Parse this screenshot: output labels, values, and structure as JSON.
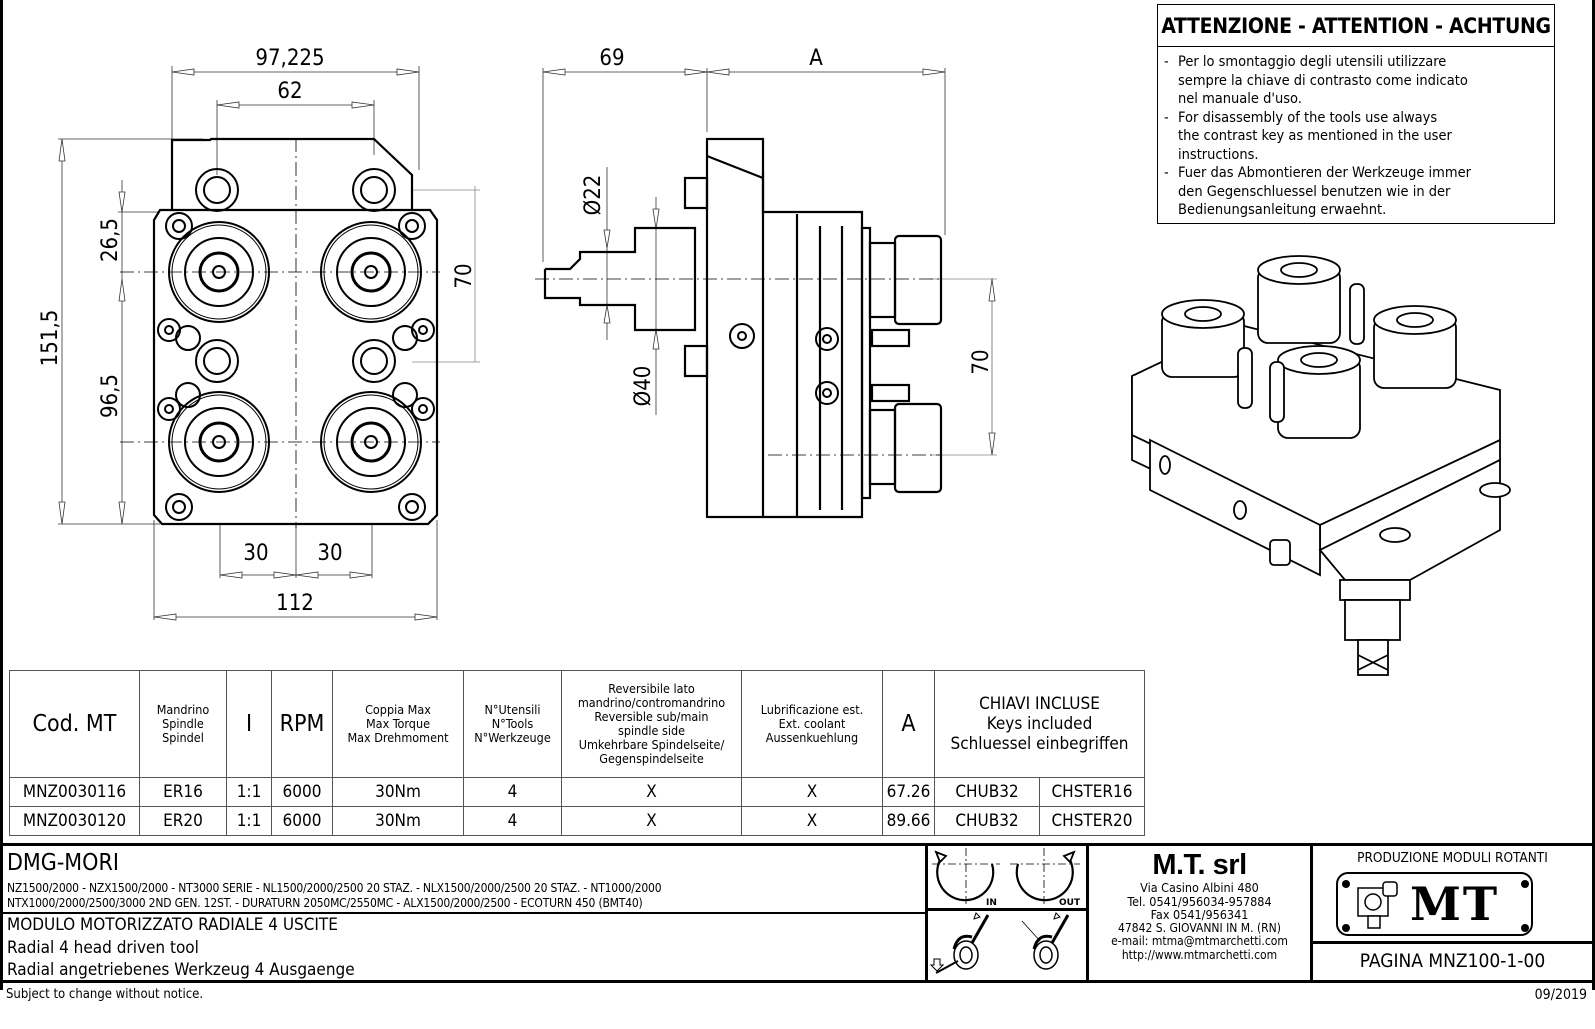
{
  "drawing": {
    "front_view": {
      "dims": {
        "overall_top_width": "97,225",
        "bolt_spacing": "62",
        "upper_offset": "26,5",
        "total_height": "151,5",
        "lower_height": "96,5",
        "vertical_spacing": "70",
        "left_spacing": "30",
        "right_spacing": "30",
        "overall_width": "112"
      }
    },
    "side_view": {
      "dims": {
        "shank_length": "69",
        "tool_length": "A",
        "shank_diameter": "Ø22",
        "body_diameter": "Ø40",
        "output_spacing": "70"
      }
    }
  },
  "warning": {
    "title": "ATTENZIONE - ATTENTION - ACHTUNG",
    "items": [
      {
        "dash": "-",
        "lines": [
          "Per lo smontaggio degli utensili utilizzare",
          "sempre la chiave di contrasto come indicato",
          "nel manuale d'uso."
        ]
      },
      {
        "dash": "-",
        "lines": [
          "For disassembly of the tools use always",
          "the contrast key as mentioned in the user",
          "instructions."
        ]
      },
      {
        "dash": "-",
        "lines": [
          "Fuer das Abmontieren der Werkzeuge immer",
          "den Gegenschluessel benutzen wie in der",
          "Bedienungsanleitung erwaehnt."
        ]
      }
    ]
  },
  "table": {
    "headers": {
      "code": "Cod. MT",
      "spindle": [
        "Mandrino",
        "Spindle",
        "Spindel"
      ],
      "ratio": "I",
      "rpm": "RPM",
      "torque": [
        "Coppia Max",
        "Max Torque",
        "Max Drehmoment"
      ],
      "tools": [
        "N°Utensili",
        "N°Tools",
        "N°Werkzeuge"
      ],
      "reversible": [
        "Reversibile lato",
        "mandrino/contromandrino",
        "Reversible sub/main",
        "spindle side",
        "Umkehrbare Spindelseite/",
        "Gegenspindelseite"
      ],
      "coolant": [
        "Lubrificazione est.",
        "Ext. coolant",
        "Aussenkuehlung"
      ],
      "a": "A",
      "keys": [
        "CHIAVI  INCLUSE",
        "Keys  included",
        "Schluessel  einbegriffen"
      ]
    },
    "rows": [
      {
        "code": "MNZ0030116",
        "spindle": "ER16",
        "ratio": "1:1",
        "rpm": "6000",
        "torque": "30Nm",
        "tools": "4",
        "reversible": "X",
        "coolant": "X",
        "a": "67.26",
        "key1": "CHUB32",
        "key2": "CHSTER16"
      },
      {
        "code": "MNZ0030120",
        "spindle": "ER20",
        "ratio": "1:1",
        "rpm": "6000",
        "torque": "30Nm",
        "tools": "4",
        "reversible": "X",
        "coolant": "X",
        "a": "89.66",
        "key1": "CHUB32",
        "key2": "CHSTER20"
      }
    ]
  },
  "title_block": {
    "machine_brand": "DMG-MORI",
    "machine_models_1": "NZ1500/2000 - NZX1500/2000 - NT3000 SERIE - NL1500/2000/2500 20 STAZ. - NLX1500/2000/2500 20 STAZ. - NT1000/2000",
    "machine_models_2": "NTX1000/2000/2500/3000 2ND GEN. 12ST. - DURATURN 2050MC/2550MC - ALX1500/2000/2500 - ECOTURN 450 (BMT40)",
    "description_it": "MODULO MOTORIZZATO RADIALE 4 USCITE",
    "description_en": "Radial 4 head driven tool",
    "description_de": "Radial angetriebenes Werkzeug 4 Ausgaenge",
    "rotation_in": "IN",
    "rotation_out": "OUT",
    "company": {
      "name": "M.T. srl",
      "address": "Via Casino Albini 480",
      "tel": "Tel. 0541/956034-957884",
      "fax": "Fax 0541/956341",
      "city": "47842 S. GIOVANNI IN M. (RN)",
      "email": "e-mail: mtma@mtmarchetti.com",
      "web": "http://www.mtmarchetti.com"
    },
    "production_label": "PRODUZIONE MODULI ROTANTI",
    "logo_text": "MT",
    "page": "PAGINA MNZ100-1-00"
  },
  "footer": {
    "notice": "Subject to change without notice.",
    "date": "09/2019"
  }
}
